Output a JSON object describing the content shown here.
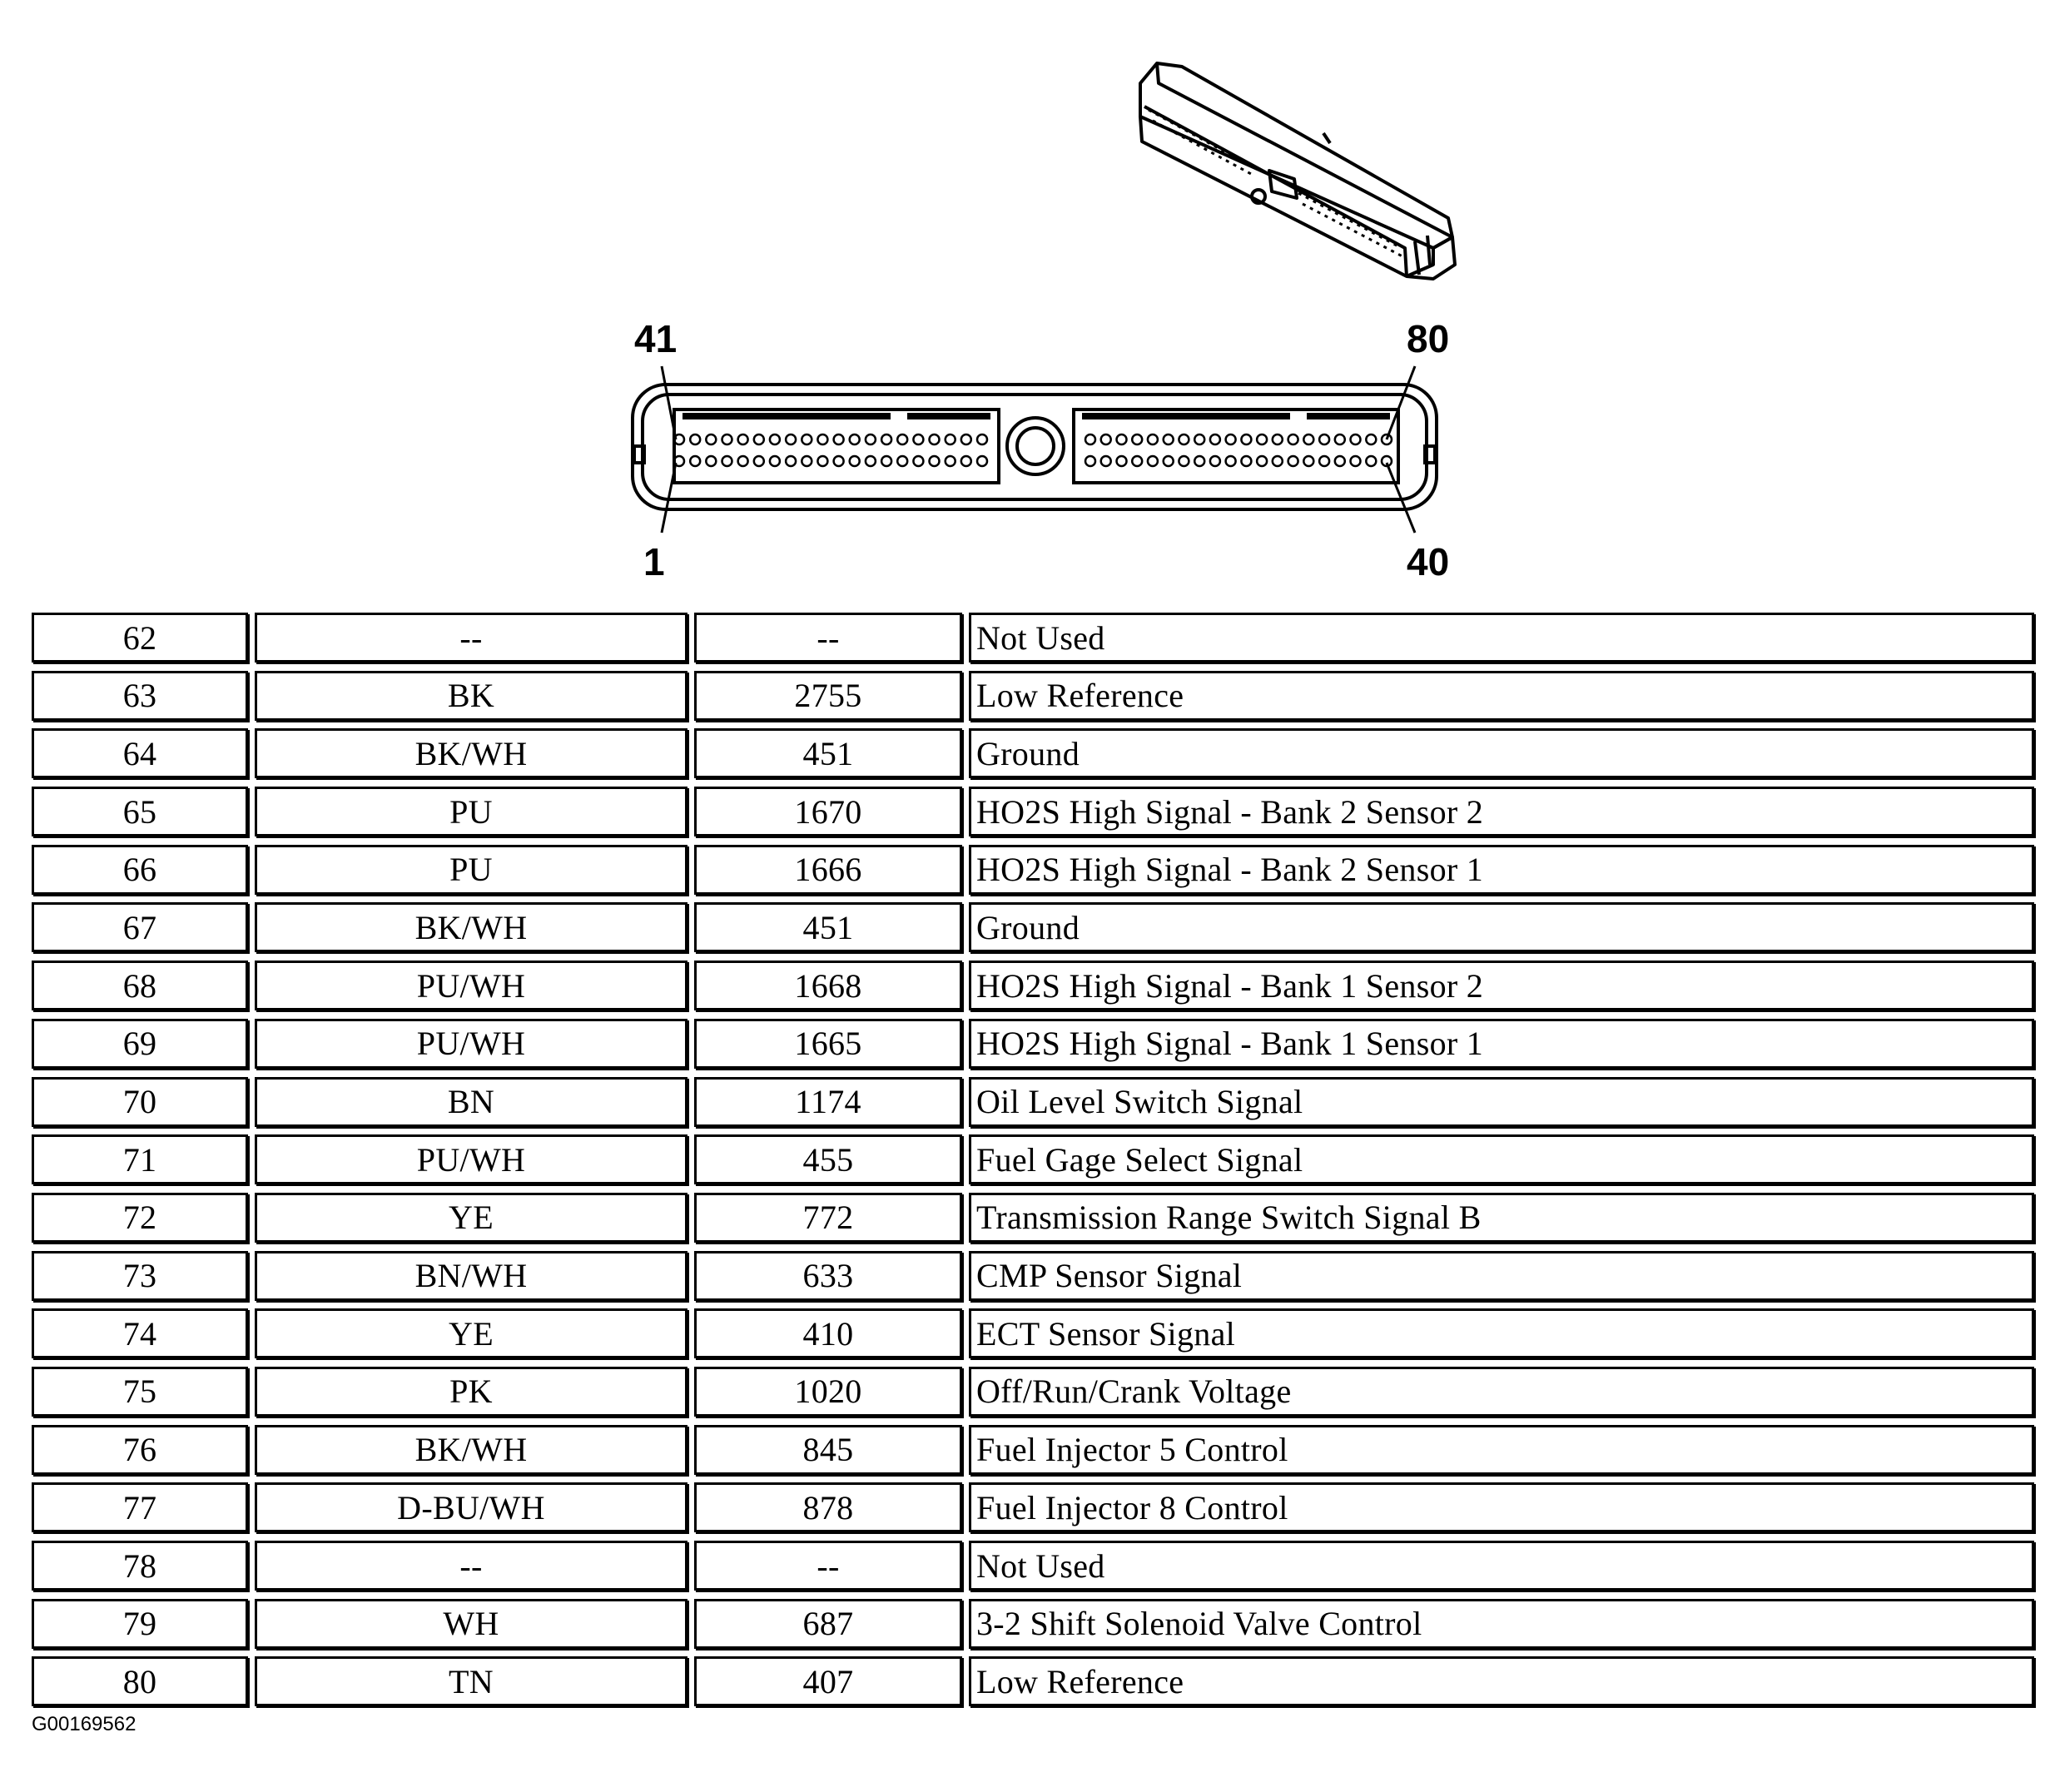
{
  "connector": {
    "pin_labels": {
      "top_left": "41",
      "top_right": "80",
      "bottom_left": "1",
      "bottom_right": "40"
    }
  },
  "table": {
    "rows": [
      {
        "pin": "62",
        "color": "--",
        "circuit": "--",
        "function": "Not Used"
      },
      {
        "pin": "63",
        "color": "BK",
        "circuit": "2755",
        "function": "Low Reference"
      },
      {
        "pin": "64",
        "color": "BK/WH",
        "circuit": "451",
        "function": "Ground"
      },
      {
        "pin": "65",
        "color": "PU",
        "circuit": "1670",
        "function": "HO2S High Signal - Bank 2 Sensor 2"
      },
      {
        "pin": "66",
        "color": "PU",
        "circuit": "1666",
        "function": "HO2S High Signal - Bank 2 Sensor 1"
      },
      {
        "pin": "67",
        "color": "BK/WH",
        "circuit": "451",
        "function": "Ground"
      },
      {
        "pin": "68",
        "color": "PU/WH",
        "circuit": "1668",
        "function": "HO2S High Signal - Bank 1 Sensor 2"
      },
      {
        "pin": "69",
        "color": "PU/WH",
        "circuit": "1665",
        "function": "HO2S High Signal - Bank 1 Sensor 1"
      },
      {
        "pin": "70",
        "color": "BN",
        "circuit": "1174",
        "function": "Oil Level Switch Signal"
      },
      {
        "pin": "71",
        "color": "PU/WH",
        "circuit": "455",
        "function": "Fuel Gage Select Signal"
      },
      {
        "pin": "72",
        "color": "YE",
        "circuit": "772",
        "function": "Transmission Range Switch Signal B"
      },
      {
        "pin": "73",
        "color": "BN/WH",
        "circuit": "633",
        "function": "CMP Sensor Signal"
      },
      {
        "pin": "74",
        "color": "YE",
        "circuit": "410",
        "function": "ECT Sensor Signal"
      },
      {
        "pin": "75",
        "color": "PK",
        "circuit": "1020",
        "function": "Off/Run/Crank Voltage"
      },
      {
        "pin": "76",
        "color": "BK/WH",
        "circuit": "845",
        "function": "Fuel Injector 5 Control"
      },
      {
        "pin": "77",
        "color": "D-BU/WH",
        "circuit": "878",
        "function": "Fuel Injector 8 Control"
      },
      {
        "pin": "78",
        "color": "--",
        "circuit": "--",
        "function": "Not Used"
      },
      {
        "pin": "79",
        "color": "WH",
        "circuit": "687",
        "function": "3-2 Shift Solenoid Valve Control"
      },
      {
        "pin": "80",
        "color": "TN",
        "circuit": "407",
        "function": "Low Reference"
      }
    ]
  },
  "figure_id": "G00169562"
}
